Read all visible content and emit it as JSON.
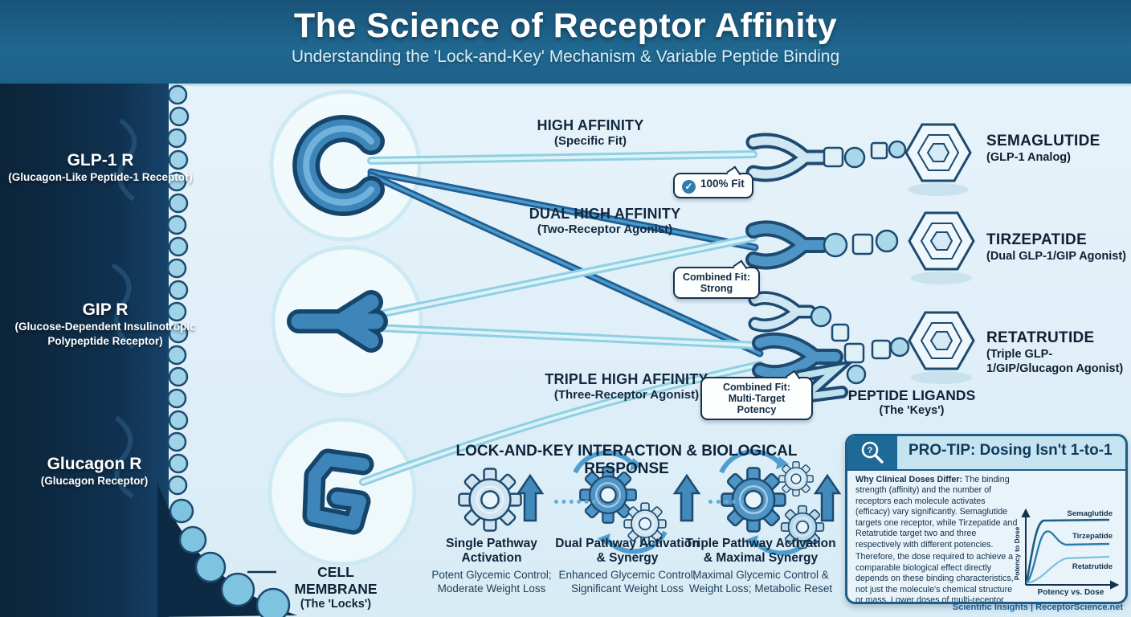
{
  "header": {
    "title": "The Science of Receptor Affinity",
    "subtitle": "Understanding the 'Lock-and-Key' Mechanism & Variable Peptide Binding"
  },
  "receptors": [
    {
      "name": "GLP-1 R",
      "sub": "(Glucagon-Like Peptide-1 Receptor)"
    },
    {
      "name": "GIP R",
      "sub": "(Glucose-Dependent Insulinotropic Polypeptide Receptor)"
    },
    {
      "name": "Glucagon R",
      "sub": "(Glucagon Receptor)"
    }
  ],
  "membrane": {
    "title": "CELL MEMBRANE",
    "sub": "(The 'Locks')"
  },
  "affinities": [
    {
      "title": "HIGH AFFINITY",
      "sub": "(Specific Fit)"
    },
    {
      "title": "DUAL HIGH AFFINITY",
      "sub": "(Two-Receptor Agonist)"
    },
    {
      "title": "TRIPLE HIGH AFFINITY",
      "sub": "(Three-Receptor Agonist)"
    }
  ],
  "badges": {
    "fit": {
      "label": "100% Fit",
      "icon": "check-circle-icon"
    },
    "strong": {
      "line1": "Combined Fit:",
      "line2": "Strong"
    },
    "multi": {
      "line1": "Combined Fit:",
      "line2": "Multi-Target Potency"
    }
  },
  "ligands": [
    {
      "name": "SEMAGLUTIDE",
      "sub": "(GLP-1 Analog)"
    },
    {
      "name": "TIRZEPATIDE",
      "sub": "(Dual GLP-1/GIP Agonist)"
    },
    {
      "name": "RETATRUTIDE",
      "sub": "(Triple GLP-1/GIP/Glucagon Agonist)"
    }
  ],
  "peptide_ligands": {
    "title": "PEPTIDE LIGANDS",
    "sub": "(The 'Keys')"
  },
  "response": {
    "title": "LOCK-AND-KEY INTERACTION & BIOLOGICAL RESPONSE",
    "items": [
      {
        "label": "Single Pathway Activation",
        "desc": "Potent Glycemic Control; Moderate Weight Loss"
      },
      {
        "label": "Dual Pathway Activation & Synergy",
        "desc": "Enhanced Glycemic Control; Significant Weight Loss"
      },
      {
        "label": "Triple Pathway Activation & Maximal Synergy",
        "desc": "Maximal Glycemic Control & Weight Loss; Metabolic Reset"
      }
    ]
  },
  "protip": {
    "title": "PRO-TIP: Dosing Isn't 1-to-1",
    "lead": "Why Clinical Doses Differ:",
    "body1": " The binding strength (affinity) and the number of receptors each molecule activates (efficacy) vary significantly. Semaglutide targets one receptor, while Tirzepatide and Retatrutide target two and three respectively with different potencies.",
    "body2": "Therefore, the dose required to achieve a comparable biological effect directly depends on these binding characteristics, not just the molecule's chemical structure or mass. Lower doses of multi-receptor agonists often show greater potency due to synergistic effects and higher receptor occupancy."
  },
  "chart_data": {
    "type": "line",
    "title": "",
    "xlabel": "Potency vs. Dose",
    "ylabel": "Potency to Dose",
    "x": [
      0,
      1,
      2,
      3,
      4,
      5,
      6,
      7,
      8,
      9,
      10
    ],
    "series": [
      {
        "name": "Semaglutide",
        "values": [
          0,
          0.15,
          0.55,
          0.85,
          0.95,
          0.97,
          0.98,
          0.98,
          0.98,
          0.98,
          0.98
        ]
      },
      {
        "name": "Tirzepatide",
        "values": [
          0,
          0.08,
          0.3,
          0.68,
          0.78,
          0.68,
          0.6,
          0.58,
          0.58,
          0.58,
          0.58
        ]
      },
      {
        "name": "Retatrutide",
        "values": [
          0,
          0.03,
          0.1,
          0.22,
          0.35,
          0.44,
          0.48,
          0.5,
          0.5,
          0.5,
          0.5
        ]
      }
    ],
    "xlim": [
      0,
      10
    ],
    "ylim": [
      0,
      1
    ],
    "grid": false,
    "legend_position": "inline-right"
  },
  "footer": {
    "credit": "Scientific Insights | ReceptorScience.net"
  },
  "colors": {
    "header_bg": "#1d5c84",
    "panel_navy": "#0d2a44",
    "line_dark": "#1f5d93",
    "line_light": "#8fd0e2",
    "badge_border": "#16324e",
    "protip_border": "#1e5d88",
    "credit": "#1565a0"
  }
}
